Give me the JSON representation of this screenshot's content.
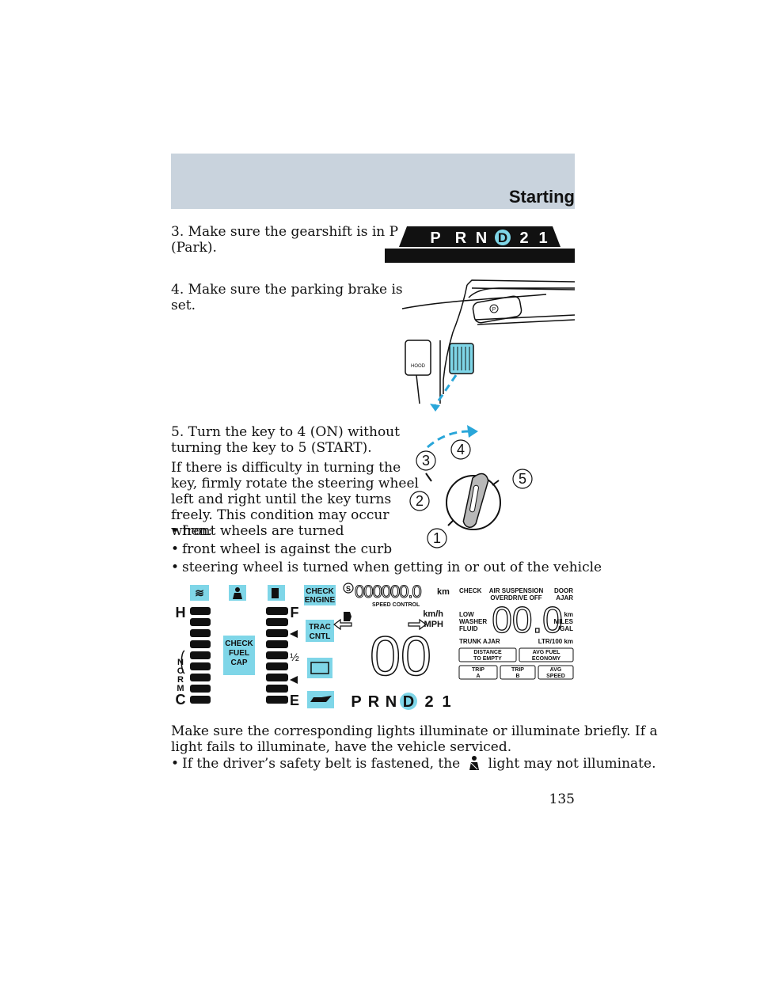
{
  "header": {
    "section_title": "Starting"
  },
  "steps": {
    "step3": [
      "3. Make sure the gearshift is in P",
      "(Park)."
    ],
    "step4": [
      "4. Make sure the parking brake is",
      "set."
    ],
    "step5": [
      "5. Turn the key to 4 (ON) without",
      "turning the key to 5 (START)."
    ],
    "difficulty": [
      "If there is difficulty in turning the",
      "key, firmly rotate the steering wheel",
      "left and right until the key turns",
      "freely. This condition may occur",
      "when:"
    ],
    "bullets": [
      "front wheels are turned",
      "front wheel is against the curb",
      "steering wheel is turned when getting in or out of the vehicle"
    ]
  },
  "gearshift": {
    "letters": [
      "P",
      "R",
      "N",
      "D",
      "2",
      "1"
    ]
  },
  "parking_brake": {
    "pedal_label": "HOOD",
    "dash_label": "P"
  },
  "ignition": {
    "positions": [
      "1",
      "2",
      "3",
      "4",
      "5"
    ]
  },
  "cluster": {
    "temp": {
      "hot": "H",
      "norm": [
        "N",
        "O",
        "R",
        "M"
      ],
      "cold": "C"
    },
    "fuel": {
      "full": "F",
      "half": "½",
      "empty": "E"
    },
    "warnings": {
      "check_engine": [
        "CHECK",
        "ENGINE"
      ],
      "check_fuel_cap": [
        "CHECK",
        "FUEL",
        "CAP"
      ],
      "trac_cntl": [
        "TRAC",
        "CNTL"
      ]
    },
    "odometer": {
      "prefix": "S",
      "digits": "000000.0",
      "unit": "km"
    },
    "speedometer": {
      "speed_control": "SPEED CONTROL",
      "unit1": "km/h",
      "unit2": "MPH",
      "digits": "00"
    },
    "message_center": {
      "check": "CHECK",
      "air_suspension": "AIR SUSPENSION",
      "overdrive_off": "OVERDRIVE OFF",
      "door_ajar": [
        "DOOR",
        "AJAR"
      ],
      "low_washer_fluid": [
        "LOW",
        "WASHER",
        "FLUID"
      ],
      "digits": "00.0",
      "units": [
        "km",
        "MILES",
        "/GAL"
      ],
      "trunk_ajar": "TRUNK AJAR",
      "ltr_100km": "LTR/100 km",
      "buttons": [
        [
          "DISTANCE",
          "TO EMPTY"
        ],
        [
          "AVG FUEL",
          "ECONOMY"
        ],
        [
          "TRIP",
          "A"
        ],
        [
          "TRIP",
          "B"
        ],
        [
          "AVG",
          "SPEED"
        ]
      ]
    },
    "prnd": [
      "P",
      "R",
      "N",
      "D",
      "2",
      "1"
    ]
  },
  "after_cluster": {
    "text": [
      "Make sure the corresponding lights illuminate or illuminate briefly. If a",
      "light fails to illuminate, have the vehicle serviced."
    ],
    "bullet_before": "If the driver’s safety belt is fastened, the",
    "bullet_after": "light may not illuminate."
  },
  "page_number": "135",
  "colors": {
    "header_band": "#c9d3dd",
    "indicator_blue": "#7fd6e8",
    "arrow_blue": "#29a6d9",
    "key_fill": "#b8b8b8"
  }
}
